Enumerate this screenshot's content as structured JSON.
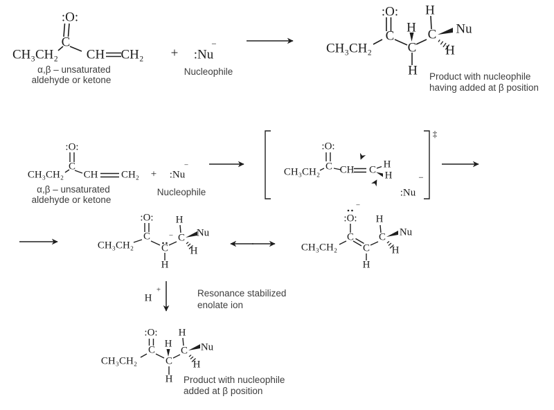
{
  "palette": {
    "ink": "#1e1e1e",
    "caption": "#3d3d3d",
    "background": "#ffffff"
  },
  "atoms": {
    "ethyl": "CH₃CH₂",
    "carbon": "C",
    "ch": "CH",
    "ch2": "CH₂",
    "oxygen_lone_pairs": ":O:",
    "hydrogen": "H",
    "nu": "Nu",
    "nu_lone_pair": ":Nu"
  },
  "symbols": {
    "plus": "+",
    "minus": "−",
    "proton_h": "H",
    "proton_charge": "+",
    "double_dagger": "‡"
  },
  "captions": {
    "unsaturated_line1": "α,β – unsaturated",
    "unsaturated_line2": "aldehyde or ketone",
    "nucleophile": "Nucleophile",
    "product_top_line1": "Product with nucleophile",
    "product_top_line2": "having added at β position",
    "resonance_line1": "Resonance stabilized",
    "resonance_line2": "enolate ion",
    "product_bottom_line1": "Product with nucleophile",
    "product_bottom_line2": "added at β position"
  }
}
